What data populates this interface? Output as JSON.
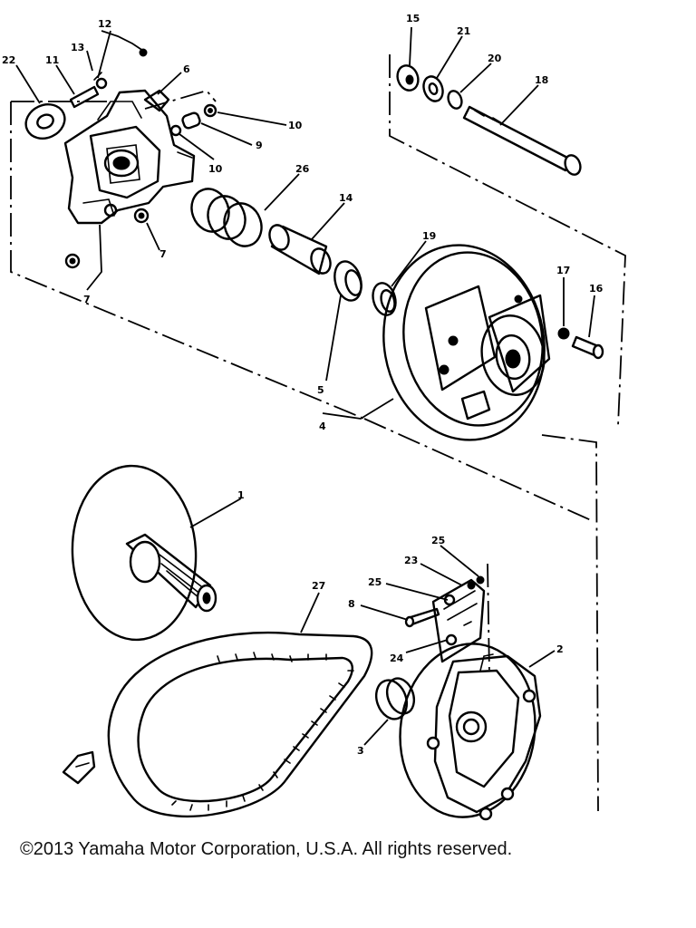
{
  "callouts": {
    "c1": "1",
    "c2": "2",
    "c3": "3",
    "c4": "4",
    "c5": "5",
    "c6": "6",
    "c7a": "7",
    "c7b": "7",
    "c8": "8",
    "c9": "9",
    "c10a": "10",
    "c10b": "10",
    "c11": "11",
    "c12": "12",
    "c13": "13",
    "c14": "14",
    "c15": "15",
    "c16": "16",
    "c17": "17",
    "c18": "18",
    "c19": "19",
    "c20": "20",
    "c21": "21",
    "c22": "22",
    "c23": "23",
    "c24": "24",
    "c25a": "25",
    "c25b": "25",
    "c26": "26",
    "c27": "27"
  },
  "copyright": "©2013 Yamaha Motor Corporation, U.S.A. All rights reserved."
}
